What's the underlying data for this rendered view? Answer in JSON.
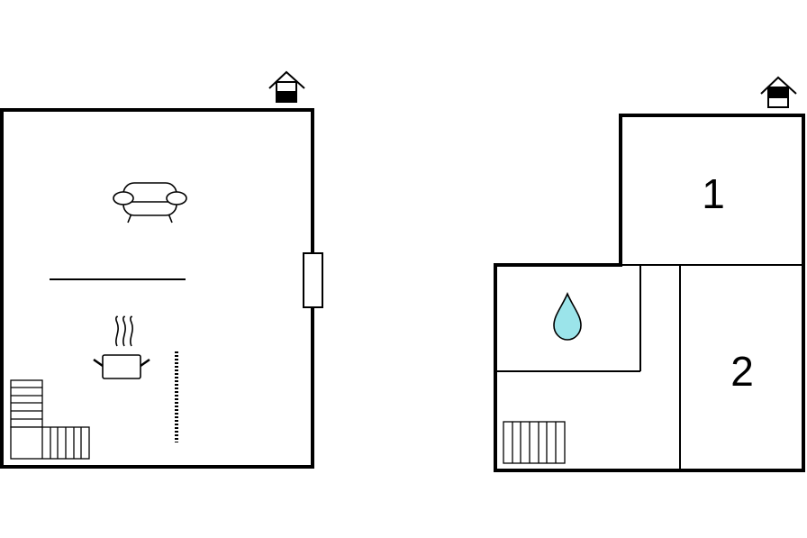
{
  "rooms": [
    {
      "label": "1"
    },
    {
      "label": "2"
    }
  ],
  "icons": {
    "ground_floor": [
      "house-floor-indicator-icon",
      "sofa-icon",
      "cooking-pot-icon",
      "staircase-icon",
      "window-icon",
      "room-divider"
    ],
    "upper_floor": [
      "house-floor-indicator-icon",
      "water-drop-icon",
      "staircase-icon"
    ]
  },
  "colors": {
    "wall": "#000000",
    "water_drop": "#9be4ea",
    "background": "#ffffff"
  }
}
